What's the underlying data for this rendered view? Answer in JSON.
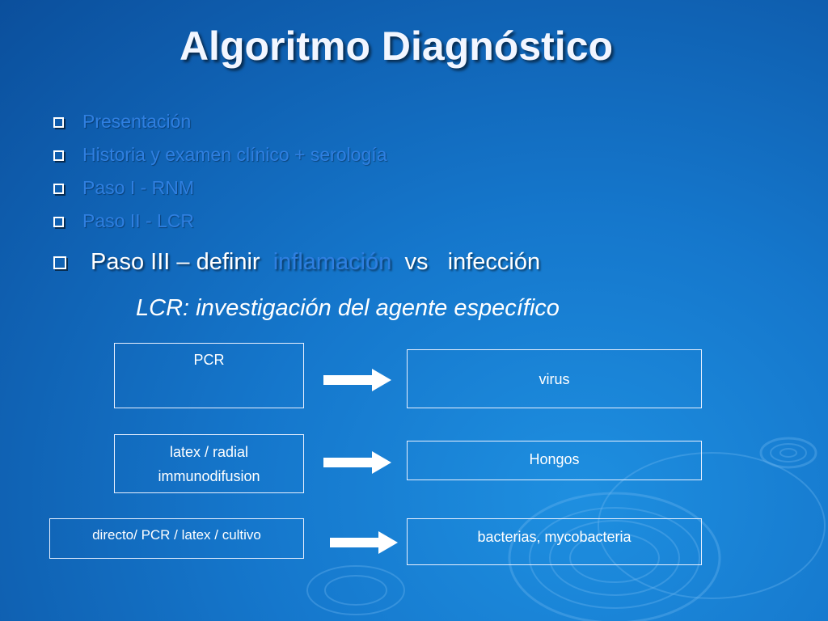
{
  "title": "Algoritmo Diagnóstico",
  "bullets": [
    {
      "label": "Presentación"
    },
    {
      "label": "Historia y examen clínico + serología"
    },
    {
      "label": "Paso I - RNM"
    },
    {
      "label": "Paso II - LCR"
    }
  ],
  "main_bullet": {
    "prefix": "Paso III – definir",
    "highlight": "inflamación",
    "vs": "vs",
    "suffix": "infección"
  },
  "subtitle": "LCR: investigación del agente específico",
  "rows": [
    {
      "method": "PCR",
      "result": "virus"
    },
    {
      "method_line1": "latex / radial",
      "method_line2": "immunodifusion",
      "result": "Hongos"
    },
    {
      "method": "directo/ PCR / latex / cultivo",
      "result": "bacterias, mycobacteria"
    }
  ],
  "colors": {
    "background": "#1577cc",
    "bullet_text": "#2f7fe0",
    "text": "#ffffff"
  },
  "icons": {
    "bullet": "hollow-square-icon",
    "arrow": "right-arrow-icon"
  }
}
